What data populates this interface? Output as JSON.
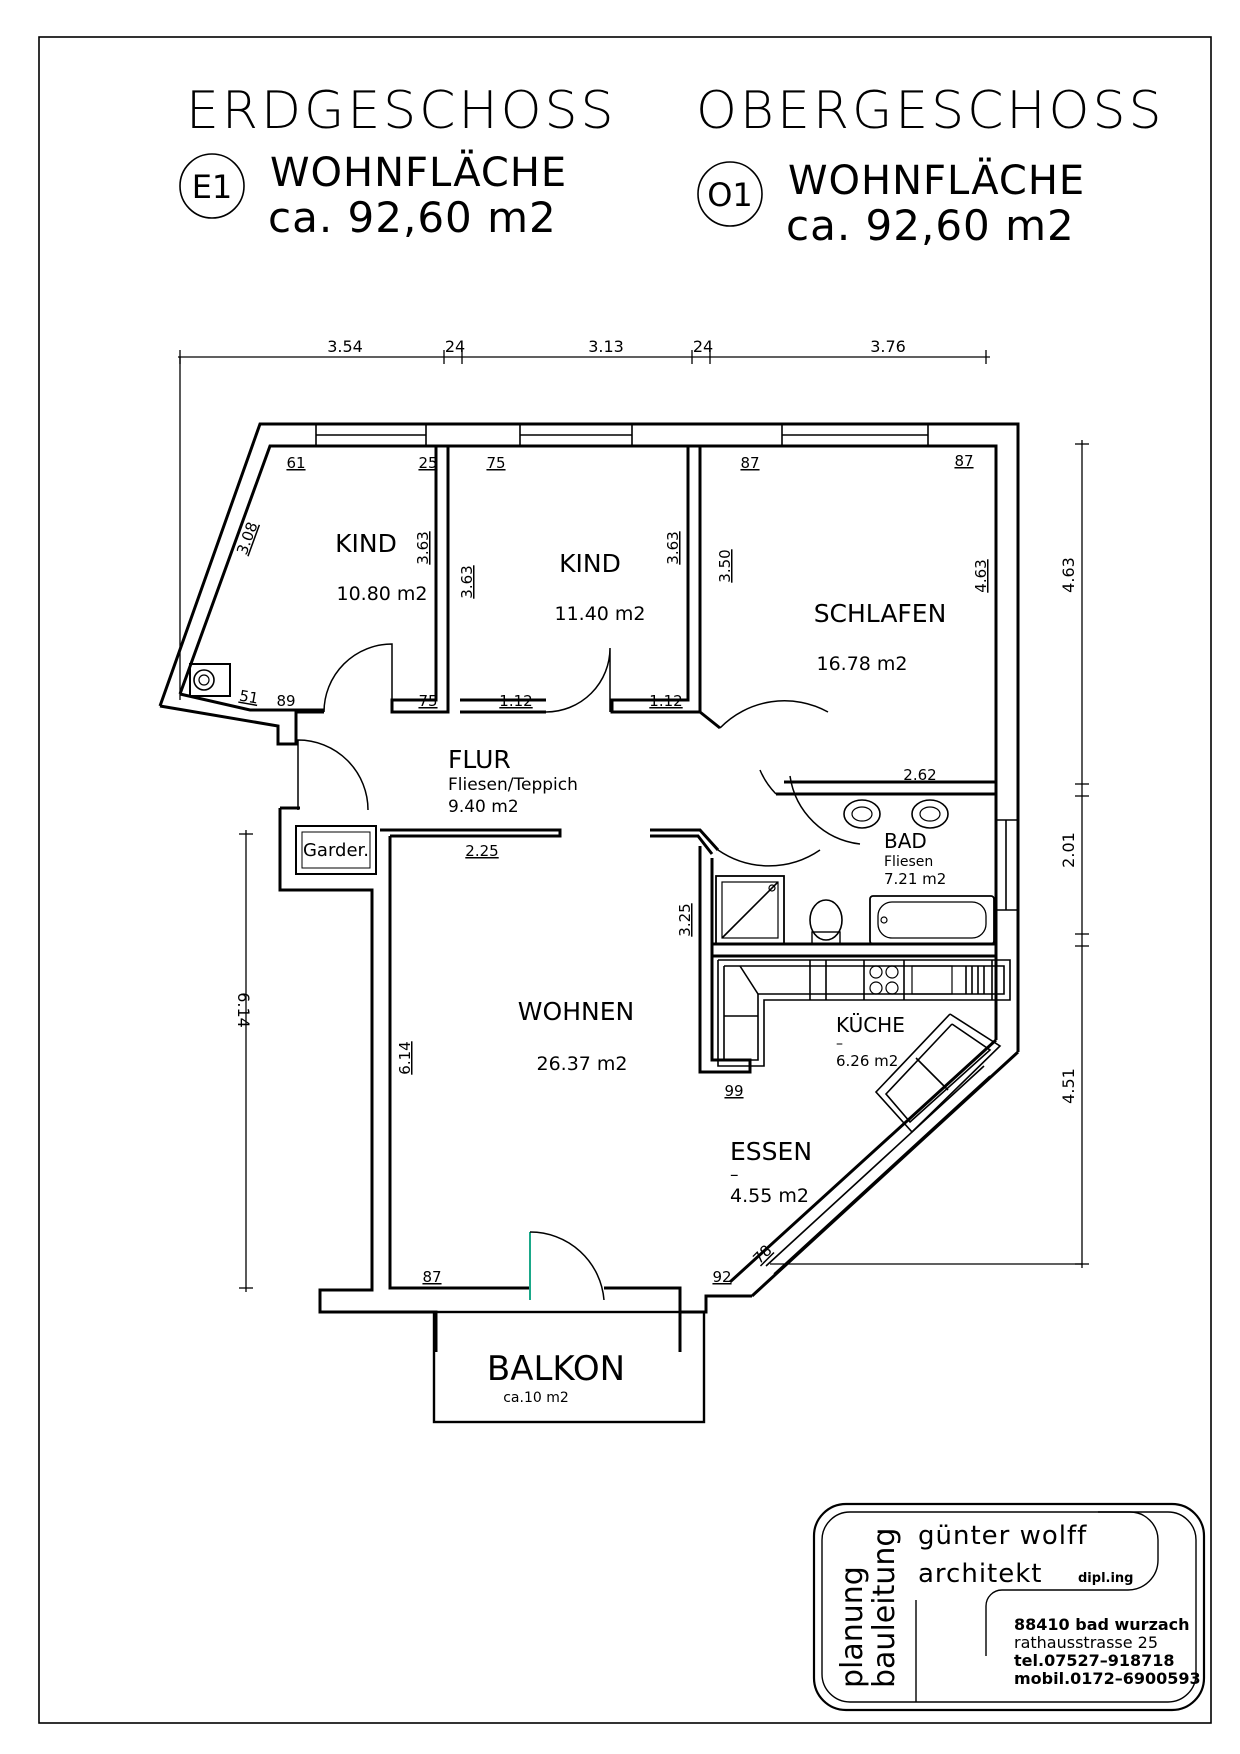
{
  "header": {
    "left": {
      "floor": "ERDGESCHOSS",
      "code": "E1",
      "label": "WOHNFLÄCHE",
      "area": "ca.  92,60  m2"
    },
    "right": {
      "floor": "OBERGESCHOSS",
      "code": "O1",
      "label": "WOHNFLÄCHE",
      "area": "ca.  92,60  m2"
    }
  },
  "dimensions_top": [
    "3.54",
    "24",
    "3.13",
    "24",
    "3.76"
  ],
  "dimensions_right": [
    "4.63",
    "2.01",
    "4.51"
  ],
  "dimensions_left": [
    "6.14"
  ],
  "rooms": {
    "kind1": {
      "name": "KIND",
      "area": "10.80  m2",
      "dims": [
        "61",
        "25",
        "3.08",
        "3.63",
        "51",
        "89",
        "75"
      ]
    },
    "kind2": {
      "name": "KIND",
      "area": "11.40  m2",
      "dims": [
        "75",
        "3.63",
        "3.63",
        "1.12",
        "1.12"
      ]
    },
    "schlafen": {
      "name": "SCHLAFEN",
      "area": "16.78  m2",
      "dims": [
        "87",
        "87",
        "3.50",
        "4.63",
        "2.62"
      ]
    },
    "flur": {
      "name": "FLUR",
      "material": "Fliesen/Teppich",
      "area": "9.40  m2",
      "garderobe": "Garder."
    },
    "bad": {
      "name": "BAD",
      "material": "Fliesen",
      "area": "7.21  m2"
    },
    "wohnen": {
      "name": "WOHNEN",
      "area": "26.37  m2",
      "dims": [
        "2.25",
        "3.25",
        "6.14",
        "87"
      ]
    },
    "kueche": {
      "name": "KÜCHE",
      "dash": "–",
      "area": "6.26  m2",
      "dims": [
        "99"
      ]
    },
    "essen": {
      "name": "ESSEN",
      "dash": "–",
      "area": "4.55  m2",
      "dims": [
        "92",
        "78"
      ]
    },
    "balkon": {
      "name": "BALKON",
      "area": "ca.10  m2"
    }
  },
  "stamp": {
    "vertical_1": "planung",
    "vertical_2": "bauleitung",
    "name": "günter  wolff",
    "title": "architekt",
    "title_suffix": "dipl.ing",
    "address_1": "88410  bad  wurzach",
    "address_2": "rathausstrasse  25",
    "phone": "tel.07527–918718",
    "mobile": "mobil.0172–6900593"
  }
}
